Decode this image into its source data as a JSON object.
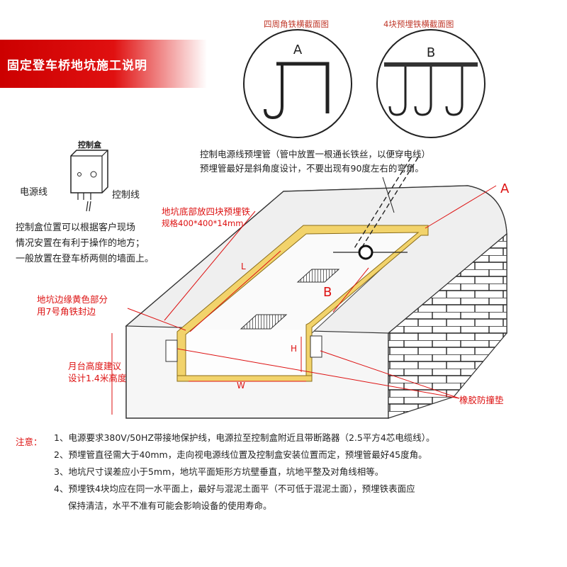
{
  "banner": {
    "title": "固定登车桥地坑施工说明"
  },
  "section_a": {
    "caption": "四周角铁横截面图",
    "letter": "A"
  },
  "section_b": {
    "caption": "4块预埋铁横截面图",
    "letter": "B"
  },
  "control_box": {
    "title": "控制盒",
    "power_line": "电源线",
    "control_line": "控制线",
    "note_lines": [
      "控制盒位置可以根据客户现场",
      "情况安置在有利于操作的地方；",
      "一般放置在登车桥两侧的墙面上。"
    ]
  },
  "conduit_note": {
    "line1": "控制电源线预埋管（管中放置一根通长铁丝，以便穿电线）",
    "line2": "预埋管最好是斜角度设计，不要出现有90度左右的弯角。"
  },
  "pit_callout": {
    "line1": "地坑底部放四块预埋铁",
    "line2": "规格400*400*14mm"
  },
  "edge_callout": {
    "line1": "地坑边缘黄色部分",
    "line2": "用7号角铁封边"
  },
  "platform_callout": {
    "line1": "月台高度建议",
    "line2": "设计1.4米高度"
  },
  "rubber_label": "橡胶防撞垫",
  "dims": {
    "L": "L",
    "W": "W",
    "H": "H",
    "A": "A",
    "B": "B"
  },
  "notes": {
    "label": "注意：",
    "items": [
      "1、电源要求380V/50HZ带接地保护线，电源拉至控制盒附近且带断路器（2.5平方4芯电缆线）。",
      "2、预埋管直径需大于40mm，走向视电源线位置及控制盒安装位置而定，预埋管最好45度角。",
      "3、地坑尺寸误差应小于5mm，地坑平面矩形方坑壁垂直，坑地平整及对角线相等。",
      "4、预埋铁4块均应在同一水平面上，最好与混泥土面平（不可低于混泥土面），预埋铁表面应",
      "保持清洁，水平不准有可能会影响设备的使用寿命。"
    ]
  },
  "colors": {
    "banner_red": "#e01010",
    "angle_iron_yellow": "#f2d36b",
    "callout_red": "#d11"
  }
}
